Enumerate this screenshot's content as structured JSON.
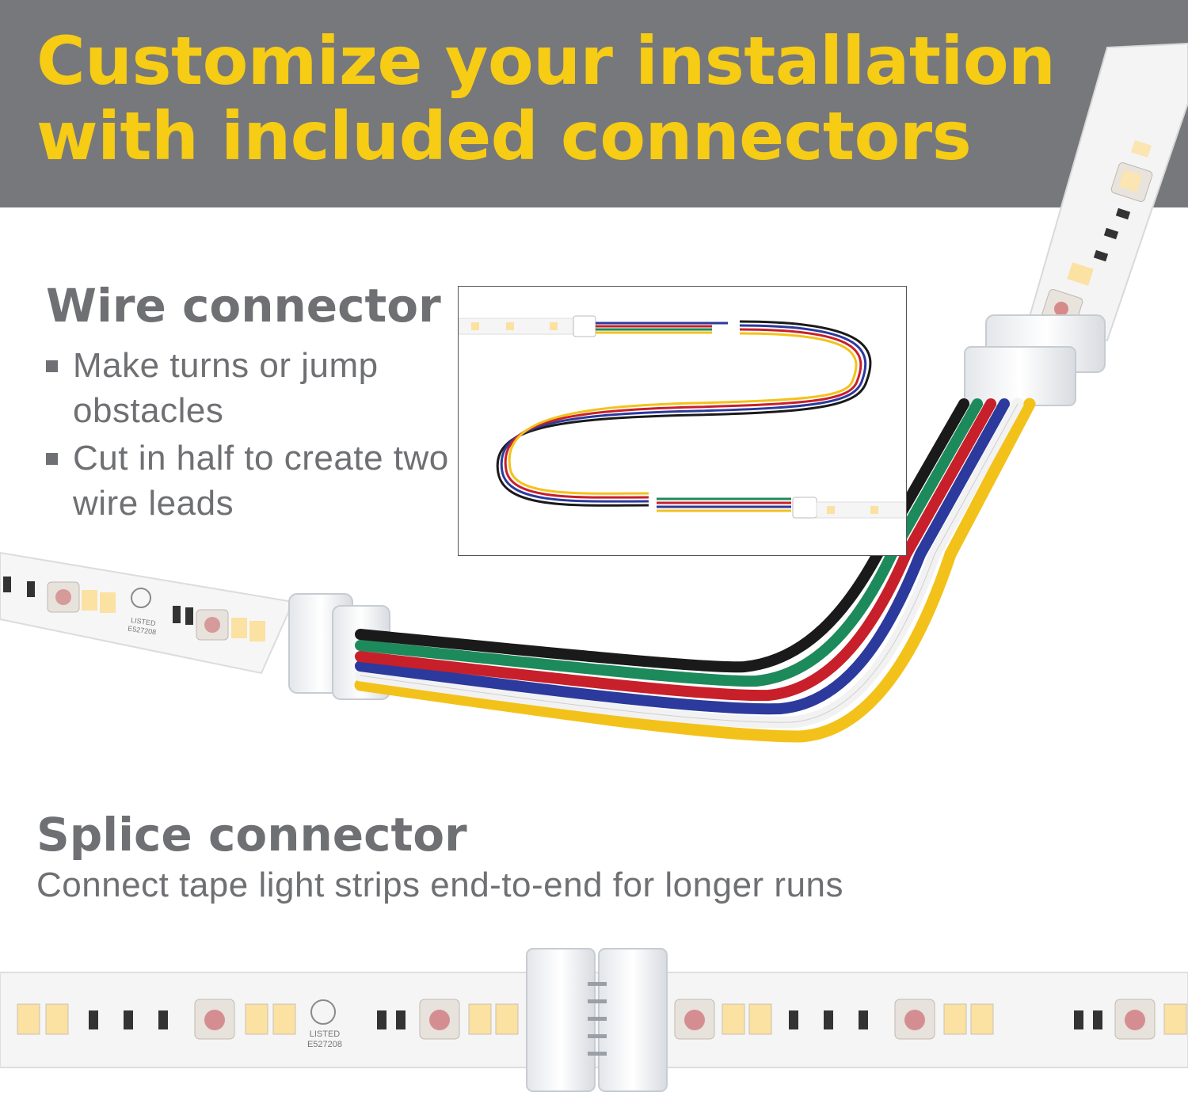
{
  "headline": {
    "line1": "Customize your installation",
    "line2": "with included connectors"
  },
  "wire_connector": {
    "title": "Wire connector",
    "bullets": [
      "Make turns or jump obstacles",
      "Cut in half to create two wire leads"
    ]
  },
  "splice_connector": {
    "title": "Splice connector",
    "description": "Connect tape light strips end-to-end for longer runs"
  },
  "strip_markings": {
    "listed": "LISTED",
    "file_number": "E527208"
  },
  "colors": {
    "header_bg": "#77787b",
    "headline": "#f6cc14",
    "body_text": "#6f7073",
    "wire_black": "#1a1a1a",
    "wire_green": "#1d8a5c",
    "wire_red": "#c8202a",
    "wire_blue": "#2b3a9c",
    "wire_white": "#f2f2f2",
    "wire_yellow": "#f3c21a"
  }
}
